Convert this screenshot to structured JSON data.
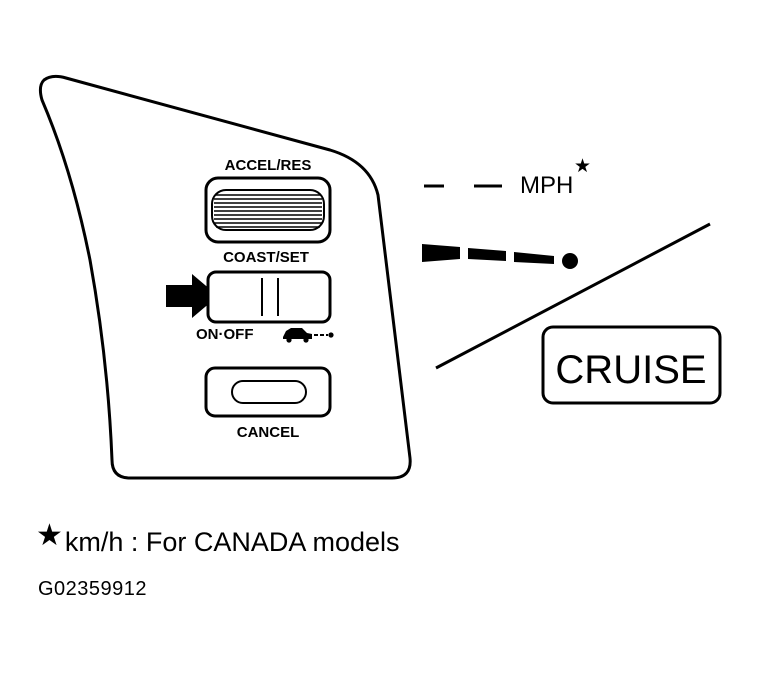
{
  "switch": {
    "accel_res": "ACCEL/RES",
    "coast_set": "COAST/SET",
    "on_off": "ON·OFF",
    "cancel": "CANCEL"
  },
  "indicator": {
    "unit": "MPH",
    "unit_mark": "★",
    "lamp_text": "CRUISE"
  },
  "footnote": {
    "mark": "★",
    "text": "km/h : For CANADA models"
  },
  "figure_code": "G02359912",
  "icons": [
    "pointer-arrow-icon",
    "car-speed-icon",
    "star-icon"
  ]
}
